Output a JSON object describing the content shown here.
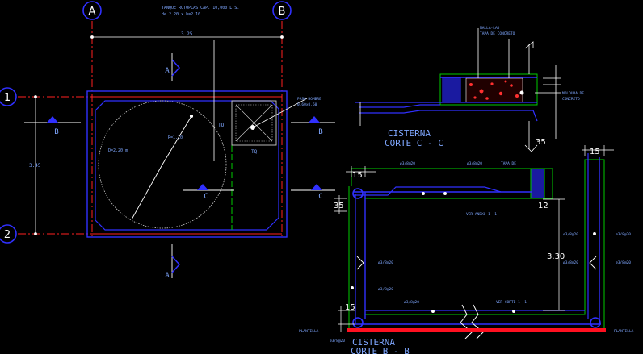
{
  "axes": {
    "a": "A",
    "b": "B",
    "one": "1",
    "two": "2"
  },
  "plan": {
    "note_line1": "TANQUE ROTOPLAS CAP. 10,000 LTS.",
    "note_line2": "de 2.20 x h=2.10",
    "dim_width": "3.25",
    "dim_height": "3.45",
    "radius_label": "R=1.10",
    "diameter_label": "D=2.20 m",
    "manhole_label_1": "PASO HOMBRE",
    "manhole_label_2": "0.60x0.60",
    "tq": "TQ",
    "tq2": "TQ",
    "cut_a_top": "A",
    "cut_a_bottom": "A",
    "cut_b_left": "B",
    "cut_b_right": "B",
    "cut_c_left": "C",
    "cut_c_right": "C"
  },
  "section_cc": {
    "malla_1": "MALLA-LAD",
    "malla_2": "TAPA DE CONCRETO",
    "moldura_1": "MOLDURA DE",
    "moldura_2": "CONCRETO",
    "title_1": "CISTERNA",
    "title_2": "CORTE C - C",
    "dim_35": "35"
  },
  "section_bb": {
    "title_1": "CISTERNA",
    "title_2": "CORTE B - B",
    "dim_15_top": "15",
    "dim_15_right": "15",
    "dim_15_bottom": "15",
    "dim_35": "35",
    "dim_12": "12",
    "dim_330": "3.30",
    "bar_top_1": "ø3/8@20",
    "bar_top_2": "ø3/8@20",
    "tapa": "TAPA DE",
    "ver_anexo": "VER ANEXO 1--1",
    "bar_wall_l1": "ø3/8@20",
    "bar_wall_l2": "ø3/8@20",
    "bar_wall_r1": "ø3/8@20",
    "bar_wall_r2": "ø3/8@20",
    "bar_wall_r3": "ø3/8@20",
    "bar_wall_r4": "ø3/8@20",
    "bar_bottom": "ø3/8@20",
    "ver_corte": "VER CORTE 1--1",
    "plantilla_l": "PLANTILLA",
    "plantilla_r": "PLANTILLA",
    "bar_base": "ø3/8@20"
  }
}
